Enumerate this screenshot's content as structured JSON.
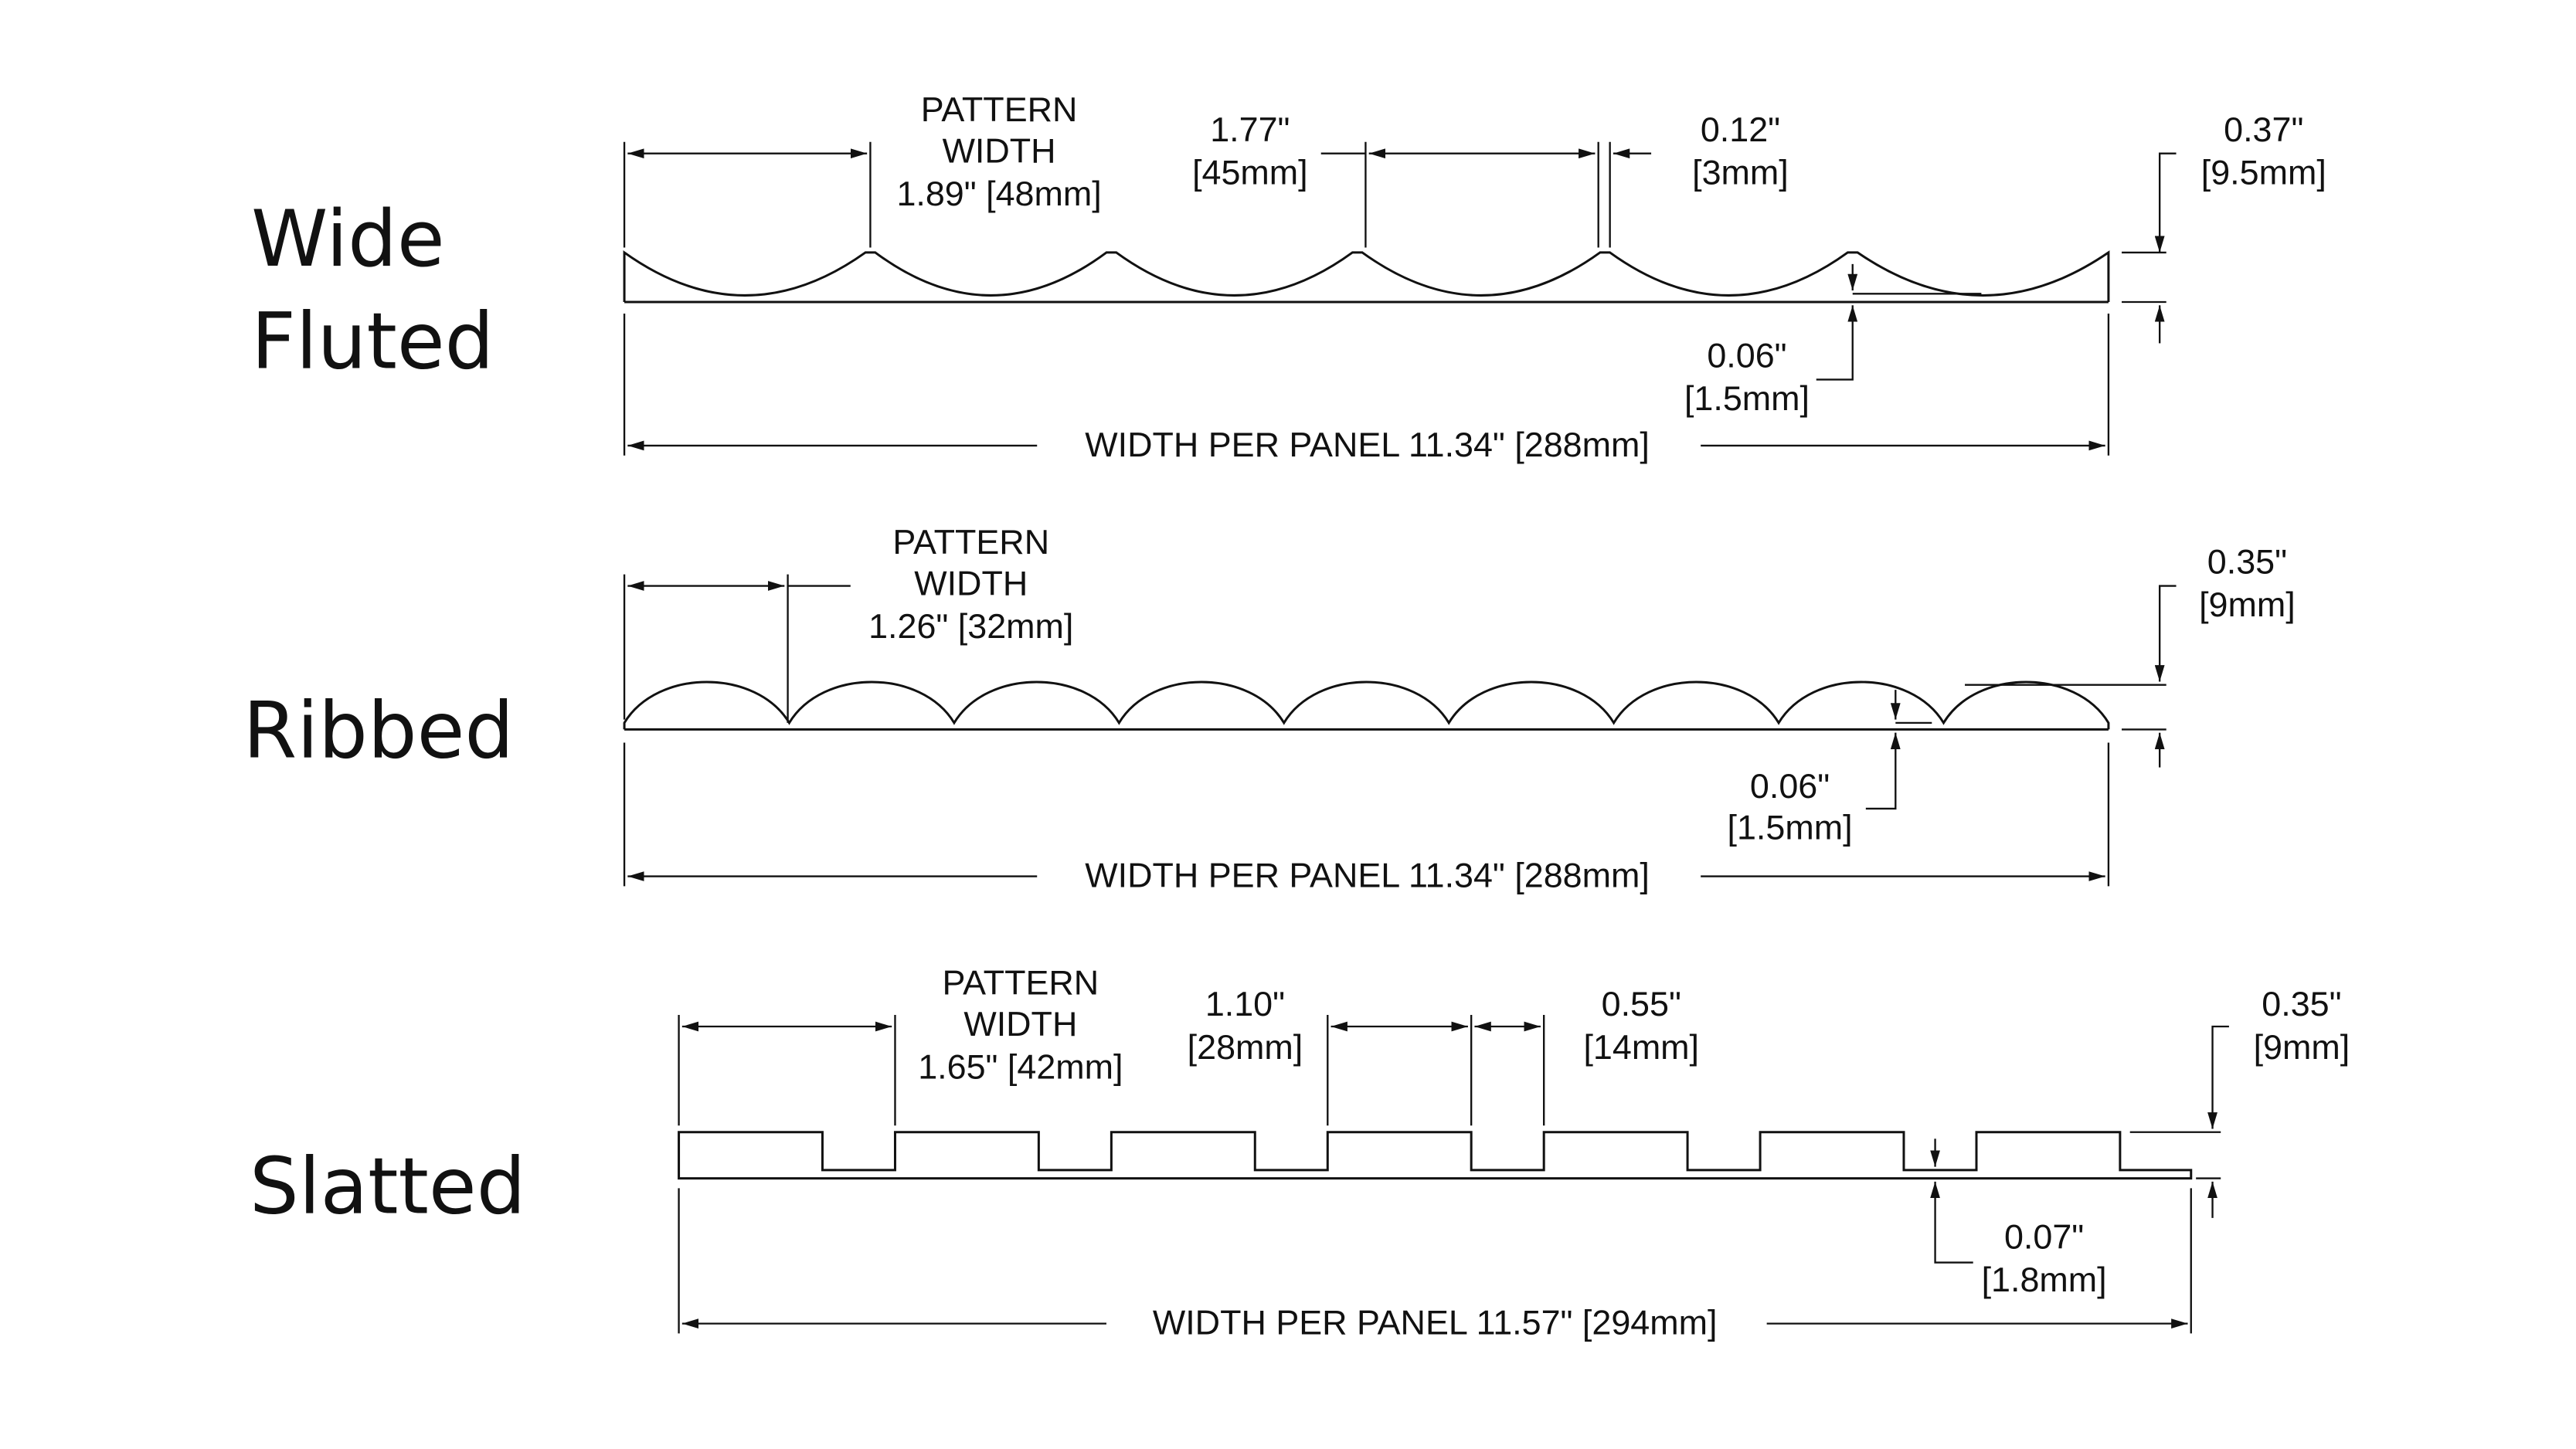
{
  "profiles": {
    "wide_fluted": {
      "label_line1": "Wide",
      "label_line2": "Fluted",
      "pattern_title1": "PATTERN",
      "pattern_title2": "WIDTH",
      "pattern_value": "1.89\" [48mm]",
      "flute_in": "1.77\"",
      "flute_mm": "[45mm]",
      "gap_in": "0.12\"",
      "gap_mm": "[3mm]",
      "thickness_in": "0.37\"",
      "thickness_mm": "[9.5mm]",
      "base_in": "0.06\"",
      "base_mm": "[1.5mm]",
      "panel_width": "WIDTH PER PANEL 11.34\" [288mm]"
    },
    "ribbed": {
      "label": "Ribbed",
      "pattern_title1": "PATTERN",
      "pattern_title2": "WIDTH",
      "pattern_value": "1.26\" [32mm]",
      "thickness_in": "0.35\"",
      "thickness_mm": "[9mm]",
      "base_in": "0.06\"",
      "base_mm": "[1.5mm]",
      "panel_width": "WIDTH PER PANEL 11.34\" [288mm]"
    },
    "slatted": {
      "label": "Slatted",
      "pattern_title1": "PATTERN",
      "pattern_title2": "WIDTH",
      "pattern_value": "1.65\" [42mm]",
      "slat_in": "1.10\"",
      "slat_mm": "[28mm]",
      "groove_in": "0.55\"",
      "groove_mm": "[14mm]",
      "thickness_in": "0.35\"",
      "thickness_mm": "[9mm]",
      "base_in": "0.07\"",
      "base_mm": "[1.8mm]",
      "panel_width": "WIDTH PER PANEL 11.57\" [294mm]"
    }
  }
}
